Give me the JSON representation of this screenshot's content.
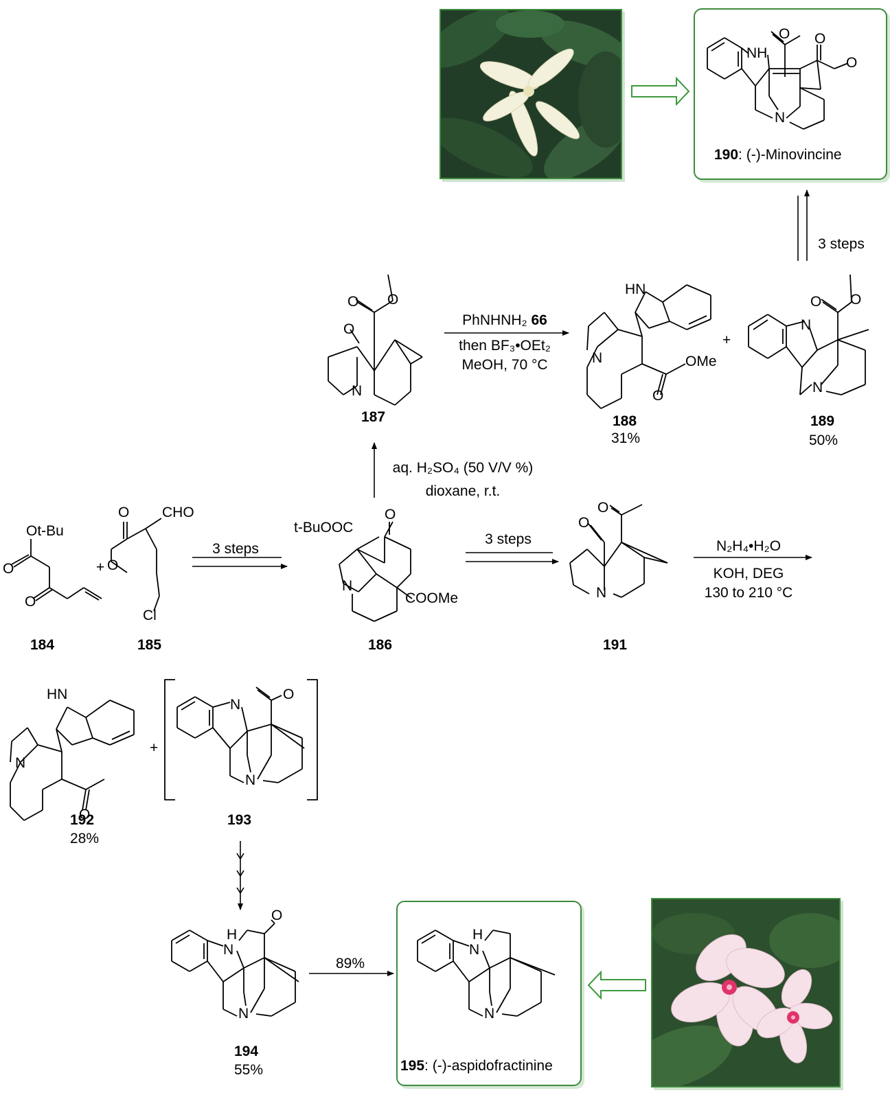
{
  "compounds": {
    "c184": {
      "number": "184"
    },
    "c185": {
      "number": "185"
    },
    "c186": {
      "number": "186"
    },
    "c187": {
      "number": "187"
    },
    "c188": {
      "number": "188",
      "yield": "31%"
    },
    "c189": {
      "number": "189",
      "yield": "50%"
    },
    "c190": {
      "number": "190",
      "name": ": (-)-Minovincine"
    },
    "c191": {
      "number": "191"
    },
    "c192": {
      "number": "192",
      "yield": "28%"
    },
    "c193": {
      "number": "193"
    },
    "c194": {
      "number": "194",
      "yield": "55%"
    },
    "c195": {
      "number": "195",
      "name": ": (-)-aspidofractinine"
    }
  },
  "atom_labels": {
    "otbu": "Ot-Bu",
    "o": "O",
    "cho": "CHO",
    "cl": "Cl",
    "tbuooc": "t-BuOOC",
    "cooMe": "COOMe",
    "ome": "OMe",
    "n": "N",
    "nh": "NH",
    "hn": "HN",
    "h": "H"
  },
  "reagents": {
    "r1": "3 steps",
    "r2_line1": "aq. H₂SO₄ (50 V/V %)",
    "r2_line2": "dioxane, r.t.",
    "r3_line1": "PhNHNH₂ ",
    "r3_line1_bold": "66",
    "r3_line2": "then BF₃•OEt₂",
    "r3_line3": "MeOH, 70 °C",
    "r4": "3 steps",
    "r5": "3 steps",
    "r6_line1": "N₂H₄•H₂O",
    "r6_line2": "KOH, DEG",
    "r6_line3": "130 to 210 °C",
    "r7": "89%",
    "plus": "+"
  },
  "colors": {
    "frame_green": "#3d8b3d",
    "arrow_green": "#3d9a3d"
  }
}
